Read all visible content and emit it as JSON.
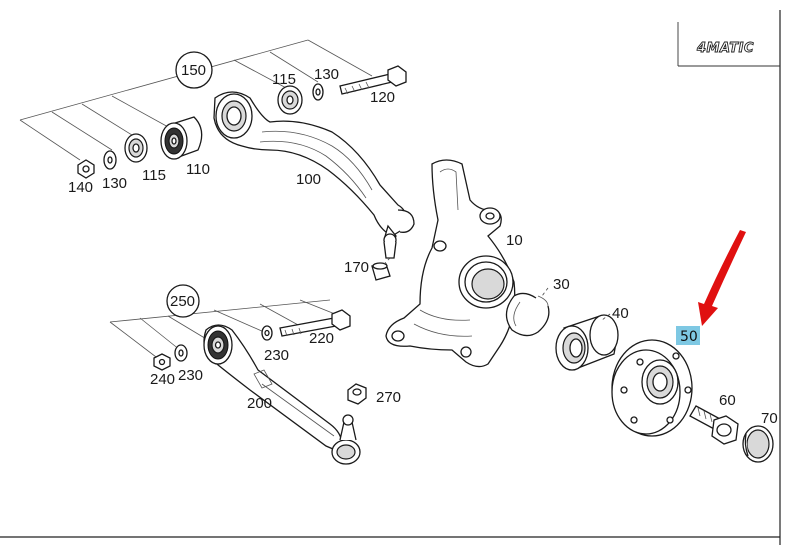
{
  "brand": {
    "logo_text": "4MATIC"
  },
  "highlight": {
    "label": "50",
    "color": "#7ec8e3"
  },
  "arrow": {
    "color": "#e01010"
  },
  "labels": {
    "p150": "150",
    "p115a": "115",
    "p130a": "130",
    "p120": "120",
    "p140": "140",
    "p130b": "130",
    "p115b": "115",
    "p110": "110",
    "p100": "100",
    "p170": "170",
    "p10": "10",
    "p30": "30",
    "p40": "40",
    "p50": "50",
    "p60": "60",
    "p70": "70",
    "p250": "250",
    "p230a": "230",
    "p220": "220",
    "p240": "240",
    "p230b": "230",
    "p200": "200",
    "p270": "270"
  }
}
